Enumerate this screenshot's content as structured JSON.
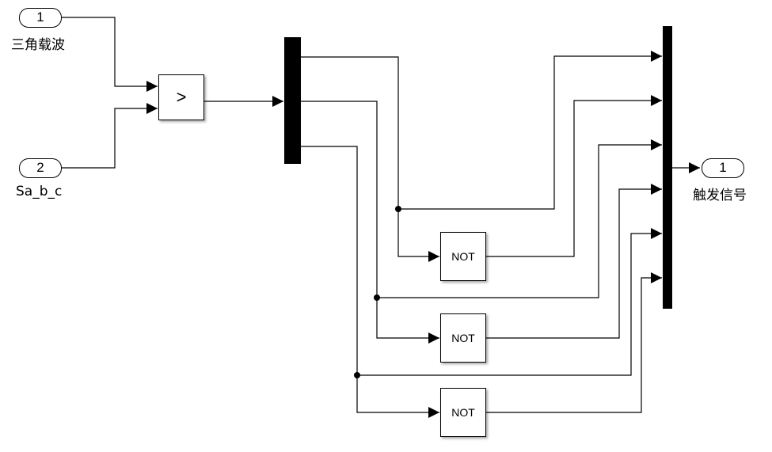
{
  "inports": [
    {
      "number": "1",
      "label": "三角载波"
    },
    {
      "number": "2",
      "label": "Sa_b_c"
    }
  ],
  "outport": {
    "number": "1",
    "label": "触发信号"
  },
  "relational_operator": {
    "symbol": ">"
  },
  "not_blocks": [
    {
      "label": "NOT"
    },
    {
      "label": "NOT"
    },
    {
      "label": "NOT"
    }
  ]
}
